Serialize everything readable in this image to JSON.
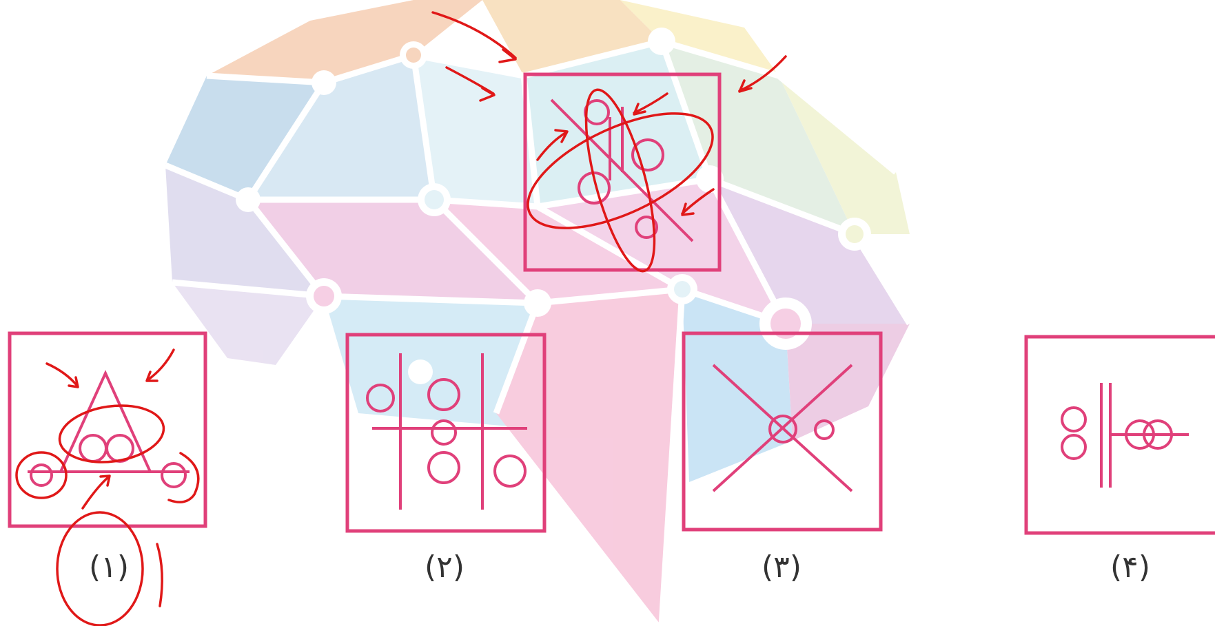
{
  "colors": {
    "figure_stroke": "#e0407a",
    "annotation": "#e01818",
    "watermark_palette": [
      "#f2b48a",
      "#9cc3e0",
      "#cfe8f2",
      "#f6e6a0",
      "#d8cbe8",
      "#f0a8cf",
      "#cfe3cf"
    ]
  },
  "background": {
    "watermark": "polygonal-brain-logo"
  },
  "question_figure": {
    "name": "question-figure"
  },
  "options": [
    {
      "label": "(۱)",
      "circled": true
    },
    {
      "label": "(۲)"
    },
    {
      "label": "(۳)"
    },
    {
      "label": "(۴)"
    }
  ]
}
